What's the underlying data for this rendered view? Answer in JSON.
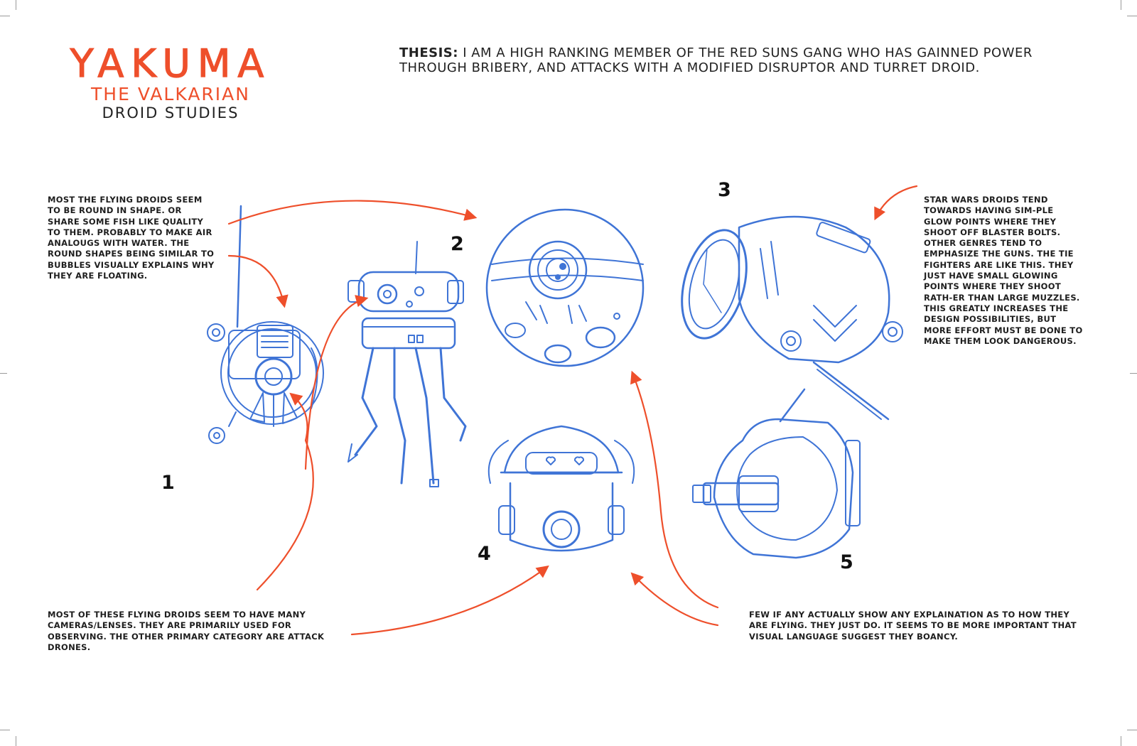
{
  "header": {
    "title": "YAKUMA",
    "subtitle": "THE VALKARIAN",
    "section": "DROID STUDIES"
  },
  "thesis": {
    "label": "THESIS:",
    "text": "I AM A HIGH RANKING MEMBER OF THE RED SUNS GANG WHO HAS GAINNED POWER THROUGH BRIBERY, AND ATTACKS WITH A MODIFIED DISRUPTOR AND TURRET DROID."
  },
  "notes": {
    "top_left": "MOST THE FLYING DROIDS SEEM TO BE ROUND IN SHAPE. OR SHARE SOME FISH LIKE QUALITY TO THEM. PROBABLY TO MAKE AIR ANALOUGS WITH WATER. THE ROUND SHAPES BEING SIMILAR TO BUBBLES VISUALLY EXPLAINS WHY THEY ARE FLOATING.",
    "top_right": "STAR WARS DROIDS TEND TOWARDS HAVING SIM-PLE GLOW POINTS WHERE THEY SHOOT OFF BLASTER BOLTS. OTHER GENRES TEND TO EMPHASIZE THE GUNS. THE TIE FIGHTERS ARE LIKE THIS. THEY JUST HAVE SMALL GLOWING POINTS WHERE THEY SHOOT RATH-ER THAN LARGE MUZZLES. THIS GREATLY INCREASES THE DESIGN POSSIBILITIES, BUT MORE EFFORT MUST BE DONE TO MAKE THEM LOOK DANGEROUS.",
    "bottom_left": "MOST OF THESE FLYING DROIDS SEEM TO HAVE MANY CAMERAS/LENSES. THEY ARE PRIMARILY USED FOR OBSERVING. THE OTHER PRIMARY CATEGORY ARE ATTACK DRONES.",
    "bottom_right": "FEW IF ANY ACTUALLY SHOW ANY EXPLAINATION AS TO HOW THEY ARE FLYING. THEY JUST DO. IT SEEMS TO BE MORE IMPORTANT THAT VISUAL LANGUAGE SUGGEST THEY BOANCY."
  },
  "sketch_numbers": [
    "1",
    "2",
    "3",
    "4",
    "5"
  ],
  "colors": {
    "accent": "#ee4f2b",
    "sketch": "#3f74d6",
    "ink": "#1e1e1e"
  }
}
